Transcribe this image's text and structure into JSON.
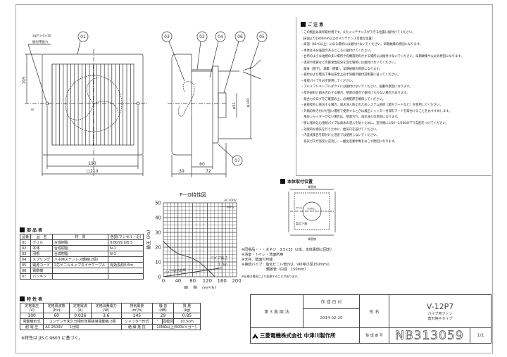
{
  "drawing": {
    "balloons": [
      "01",
      "02",
      "03",
      "04",
      "05",
      "06",
      "07"
    ],
    "hole_note": "2φ穴×4×10",
    "hole_note2": "据付用長穴",
    "dims_front": {
      "height_half": "105",
      "offset": "6",
      "hole_pitch": "190",
      "width": "□210"
    },
    "dims_side": {
      "d1": "39",
      "d2": "60",
      "d3": "72",
      "dia_small": "φ51",
      "dia_large": "φ140"
    }
  },
  "notes": {
    "heading": "ご 注 意",
    "items": [
      "・この製品は高所取付用です。またメンテナンスができる位置に据付けてください。",
      "（床面より1800mm以上のメンテナンス可能な位置）",
      "・高温（40℃以上）になる場所には据付けないでください。早期故障の原因になります。",
      "・本体は十分強度のあるところに据付けてください。",
      "・台所のような油煙の多い場所や有機溶剤のかかる場所には据付けないでください。早期故障や火災の原因になります。",
      "・温泉や硫黄などの腐食性成分を含む場所には据付けないでください。",
      "　腐食（落下）、漏電（感電）、早期故障の原因になります。",
      "・据付および電気工事は安全上必ず同梱の据付説明書に従ってください。",
      "・接続パイプを必ず使用してください。",
      "・アルミフレキシブルダクトには据付けないでください。振動の原因になります。",
      "・屋外部材と組み合わせる場合、壁厚の都合で据付けられない場合があります。",
      "　総合カタログをご確認の上、必要壁厚を確保してください。",
      "・直接屋外に排気する場合、雨水浸入防止のためシステム部材（屋外フードなど）を使用してください。",
      "・外風の吹き付けが強い場所で使用するときは風圧シャッター付深形フードを取付けることをおすすめします。",
      "　風圧シャッターがない場合は、壁面汚れ、雨水浸入の原因になります。",
      "・壁に埋め込む接続パイプは雨水の浸入を防ぐために、室外側に1/50~1/100の下り勾配をつけてください。",
      "・効果的な換気を行うために、給気口を設けてください。",
      "・内釜式風呂を取付けた浴室では使用しないでください。",
      "　排気ガスが浴室に逆流し、一酸化炭素中毒をおこす原因になります。"
    ]
  },
  "install": {
    "heading": "本体取付位置",
    "obstacle": "障害物",
    "center_label": "穴中心",
    "ceiling_label": "製品下端",
    "dim_label": "50以上"
  },
  "specs_notes": [
    "※同梱品・・・木ネジ　3.5×32（2本、本体裏側に固定）",
    "※浴室・トイレ・洗面所用",
    "※天井、壁面付可能",
    "※接続パイプ：塩化ビニル管(VU、VP(呼び径150mm))",
    "　　　　　　　鋼板管（内径　150mm）",
    "※仕様は場合により変更することがあります。"
  ],
  "parts": {
    "heading": "部 品 表",
    "headers": [
      "品番",
      "品　名",
      "材　質",
      "色調(マンセル・近)"
    ],
    "rows": [
      [
        "01",
        "グリル",
        "合成樹脂",
        "0.8GY9.0/0.5"
      ],
      [
        "02",
        "本体",
        "合成樹脂",
        "N-1"
      ],
      [
        "03",
        "羽根",
        "合成樹脂",
        "N-1"
      ],
      [
        "04",
        "スプリング",
        "バネ用ステンレス鋼線(2個)",
        ""
      ],
      [
        "05",
        "電源コード",
        "2芯ビニルキャブタイヤケーブル",
        "有効長約0.6m"
      ],
      [
        "06",
        "電動機",
        "",
        ""
      ],
      [
        "07",
        "パッキン",
        "",
        ""
      ]
    ]
  },
  "characteristics": {
    "heading": "特 性 表",
    "headers": [
      [
        "定格電圧",
        "(V)"
      ],
      [
        "定格周波数",
        "(Hz)"
      ],
      [
        "定格電流",
        "(A)"
      ],
      [
        "定格消費電力",
        "(W)"
      ],
      [
        "排気風量",
        "(m³/h)"
      ],
      [
        "騒 音",
        "(dB)"
      ],
      [
        "質 量",
        "(kg)"
      ]
    ],
    "values": [
      "100",
      "60",
      "0.036",
      "3.6",
      "145",
      "29",
      "0.85"
    ],
    "motor_label": "電動機形式",
    "motor_value": "コンデンサ永久分相形単相誘導電動機 2極",
    "shutter_label": "シャッター形式",
    "shutter_value": "-",
    "blade_label": "羽根径",
    "blade_value": "10.5cm",
    "withstand_label": "耐 電 圧",
    "withstand_value": "AC 2500V　　1分間",
    "insulation_label": "絶 縁 抵 抗",
    "insulation_value": "10MΩ以上(500Vメガー)",
    "footnote": "※特性は JIS C 9603 に基づく。"
  },
  "chart_data": {
    "type": "line",
    "title": "P－Q特性図",
    "xlabel": "風　量　(m³/h)",
    "ylabel": "静圧 (Pa)",
    "xlim": [
      0,
      200
    ],
    "ylim": [
      0,
      50
    ],
    "xticks": [
      0,
      40,
      80,
      120,
      160,
      200
    ],
    "yticks": [
      0,
      10,
      20,
      30,
      40,
      50
    ],
    "grid": true,
    "top_right_label": "AC100V",
    "legend": "top-right",
    "series": [
      {
        "name": "60Hz",
        "x": [
          0,
          20,
          40,
          60,
          80,
          100,
          120,
          135,
          140
        ],
        "y": [
          24,
          19,
          15.5,
          14,
          12.5,
          9.5,
          5,
          1.5,
          0
        ]
      },
      {
        "name": "パイプ抵抗曲線",
        "x": [
          0,
          160
        ],
        "y": [
          0,
          6
        ]
      }
    ],
    "annotations": [
      "パイプ長さ",
      "1.0m",
      "パイプ抵抗曲線"
    ]
  },
  "title_block": {
    "projection": "第 3 角 図 法",
    "date_label": "作 成 日 付",
    "date": "2014-02-20",
    "model_label": "形 名",
    "model": "V-12P7",
    "desc1": "パイプ用ファン",
    "desc2": "角形格子タイプ",
    "company": "三菱電機株式会社 中津川製作所",
    "number_label": "整 理 番 号",
    "number": "NB313059",
    "sheet": "1/1"
  }
}
